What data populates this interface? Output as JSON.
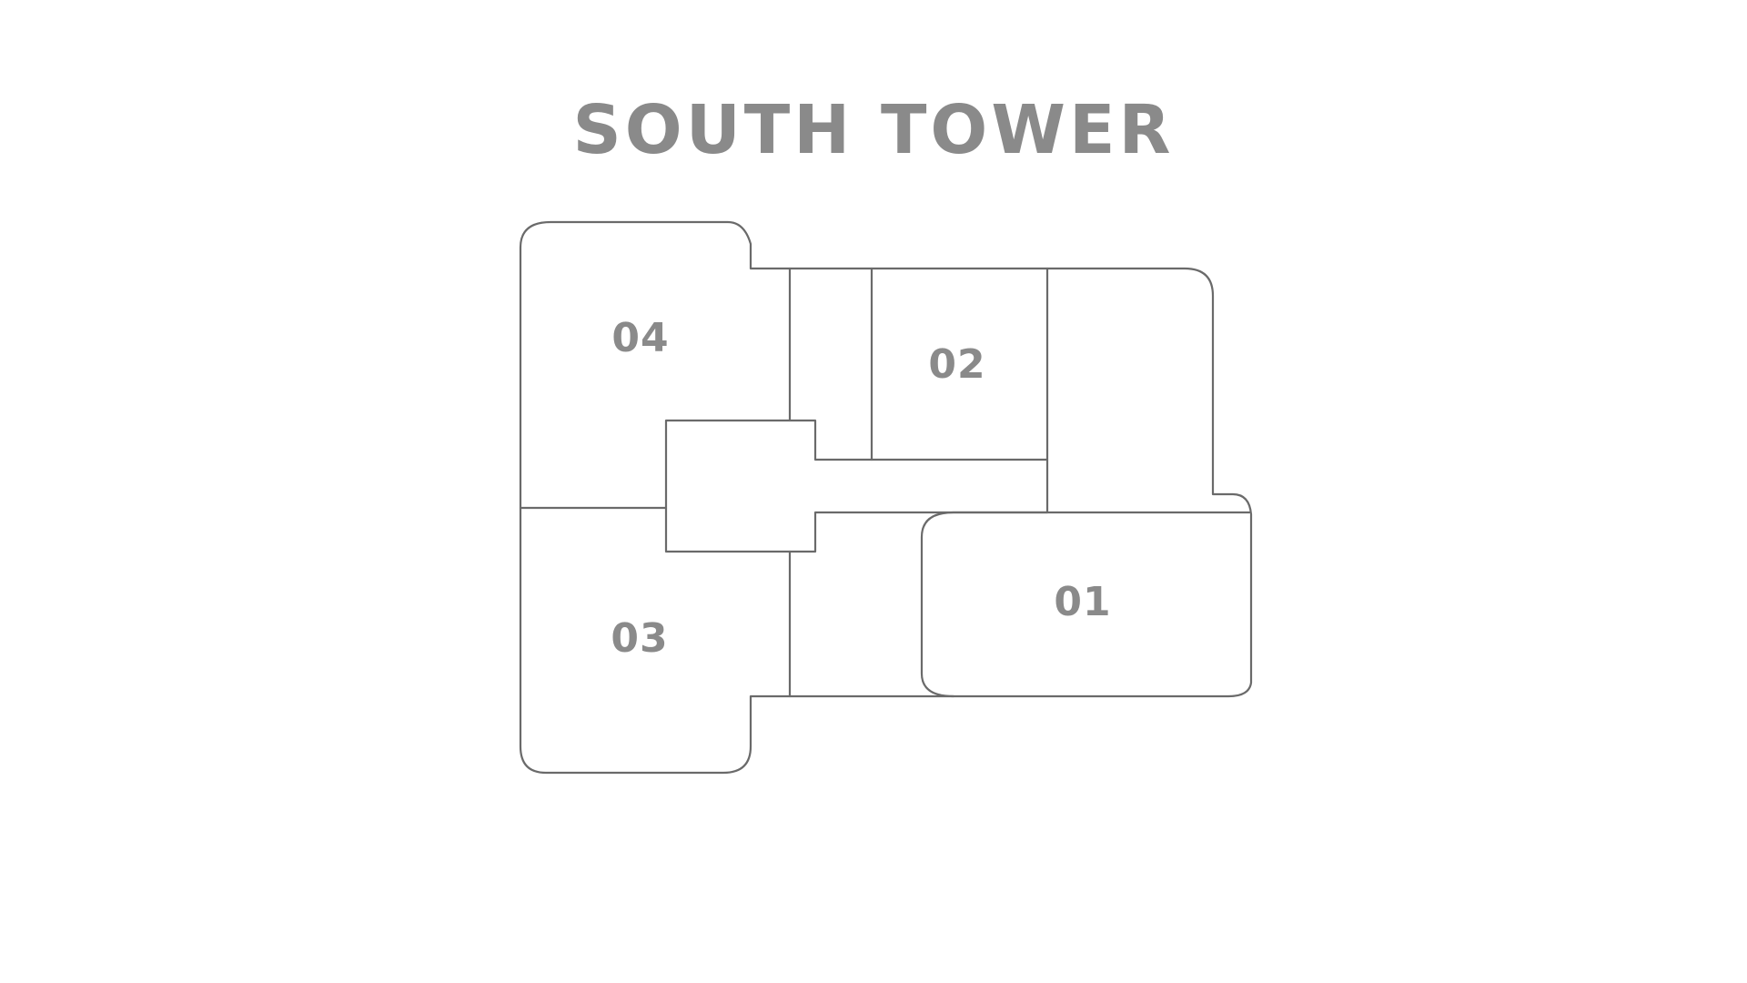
{
  "title": "SOUTH TOWER",
  "colors": {
    "title_text": "#8a8a8a",
    "wall_stroke": "#6a6a6a",
    "background": "#ffffff"
  },
  "units": [
    {
      "id": "01",
      "label": "01"
    },
    {
      "id": "02",
      "label": "02"
    },
    {
      "id": "03",
      "label": "03"
    },
    {
      "id": "04",
      "label": "04"
    }
  ]
}
